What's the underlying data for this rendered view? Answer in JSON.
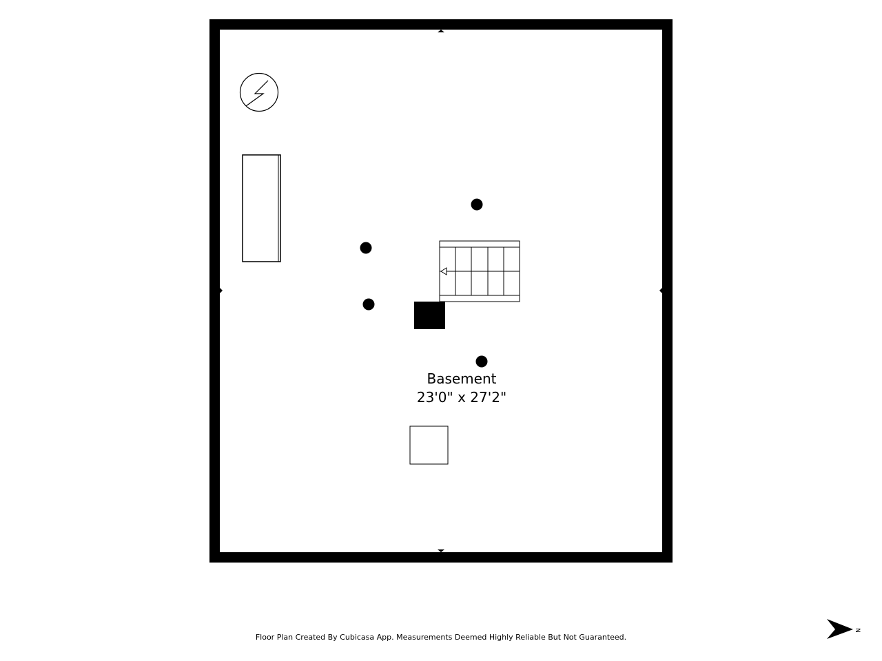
{
  "room": {
    "name": "Basement",
    "dimensions": "23'0\" x 27'2\""
  },
  "footer": {
    "disclaimer": "Floor Plan Created By Cubicasa App. Measurements Deemed Highly Reliable But Not Guaranteed."
  },
  "compass": {
    "direction_label": "N"
  },
  "colors": {
    "wall": "#000000",
    "background": "#ffffff"
  },
  "icons": {
    "electrical_panel": "lightning-bolt-circle-icon",
    "stairs_direction": "arrow-left-icon",
    "compass": "north-arrow-icon"
  }
}
